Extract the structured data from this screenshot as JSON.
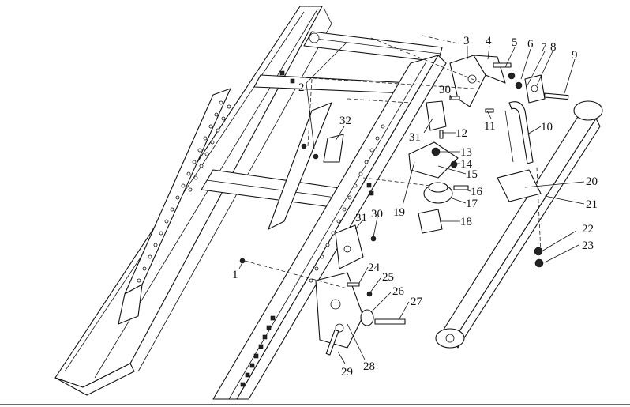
{
  "callouts": [
    {
      "id": "1",
      "text": "1"
    },
    {
      "id": "2",
      "text": "2"
    },
    {
      "id": "3",
      "text": "3"
    },
    {
      "id": "4",
      "text": "4"
    },
    {
      "id": "5",
      "text": "5"
    },
    {
      "id": "6",
      "text": "6"
    },
    {
      "id": "7",
      "text": "7"
    },
    {
      "id": "8",
      "text": "8"
    },
    {
      "id": "9",
      "text": "9"
    },
    {
      "id": "10",
      "text": "10"
    },
    {
      "id": "11",
      "text": "11"
    },
    {
      "id": "12",
      "text": "12"
    },
    {
      "id": "13",
      "text": "13"
    },
    {
      "id": "14",
      "text": "14"
    },
    {
      "id": "15",
      "text": "15"
    },
    {
      "id": "16",
      "text": "16"
    },
    {
      "id": "17",
      "text": "17"
    },
    {
      "id": "18",
      "text": "18"
    },
    {
      "id": "19",
      "text": "19"
    },
    {
      "id": "20",
      "text": "20"
    },
    {
      "id": "21",
      "text": "21"
    },
    {
      "id": "22",
      "text": "22"
    },
    {
      "id": "23",
      "text": "23"
    },
    {
      "id": "24",
      "text": "24"
    },
    {
      "id": "25",
      "text": "25"
    },
    {
      "id": "26",
      "text": "26"
    },
    {
      "id": "27",
      "text": "27"
    },
    {
      "id": "28",
      "text": "28"
    },
    {
      "id": "29",
      "text": "29"
    },
    {
      "id": "30a",
      "text": "30"
    },
    {
      "id": "30b",
      "text": "30"
    },
    {
      "id": "31a",
      "text": "31"
    },
    {
      "id": "31b",
      "text": "31"
    },
    {
      "id": "32",
      "text": "32"
    }
  ]
}
